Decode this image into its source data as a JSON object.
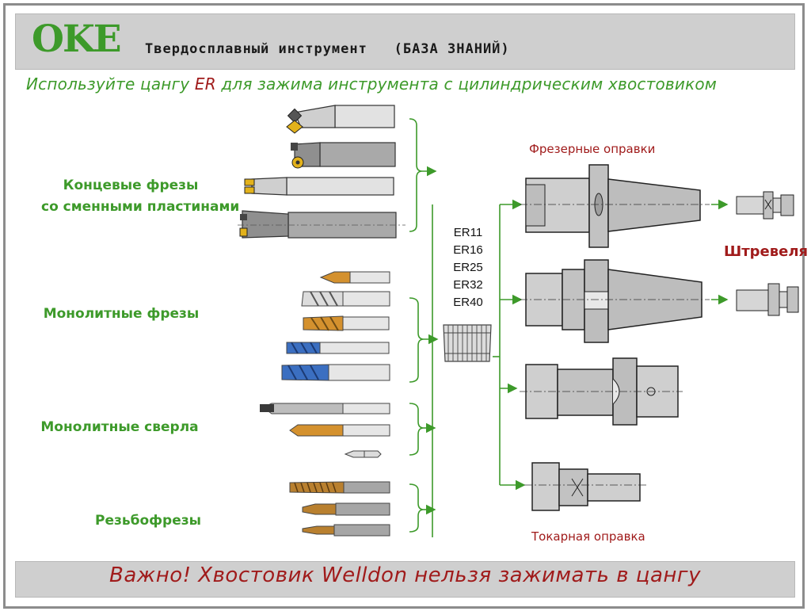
{
  "header": {
    "logo": "OKE",
    "title": "Твердосплавный инструмент",
    "subtitle": "(БАЗА ЗНАНИЙ)"
  },
  "headline": {
    "before": "Используйте цангу ",
    "accent": "ER",
    "after": " для зажима инструмента с цилиндрическим хвостовиком"
  },
  "groups": {
    "indexable_line1": "Концевые фрезы",
    "indexable_line2": "со сменными пластинами",
    "solid_mills": "Монолитные фрезы",
    "solid_drills": "Монолитные сверла",
    "thread_mills": "Резьбофрезы"
  },
  "collet_sizes": [
    "ER11",
    "ER16",
    "ER25",
    "ER32",
    "ER40"
  ],
  "holders": {
    "milling_label": "Фрезерные оправки",
    "turning_label": "Токарная оправка",
    "pull_stud_label": "Штревеля"
  },
  "footer": {
    "note": "Важно! Хвостовик Welldon нельзя зажимать в цангу"
  },
  "colors": {
    "green": "#3d9a2a",
    "red": "#a01b1b",
    "steel": "#cfcfcf",
    "gold": "#d4912e",
    "blue": "#3b6fc1"
  }
}
